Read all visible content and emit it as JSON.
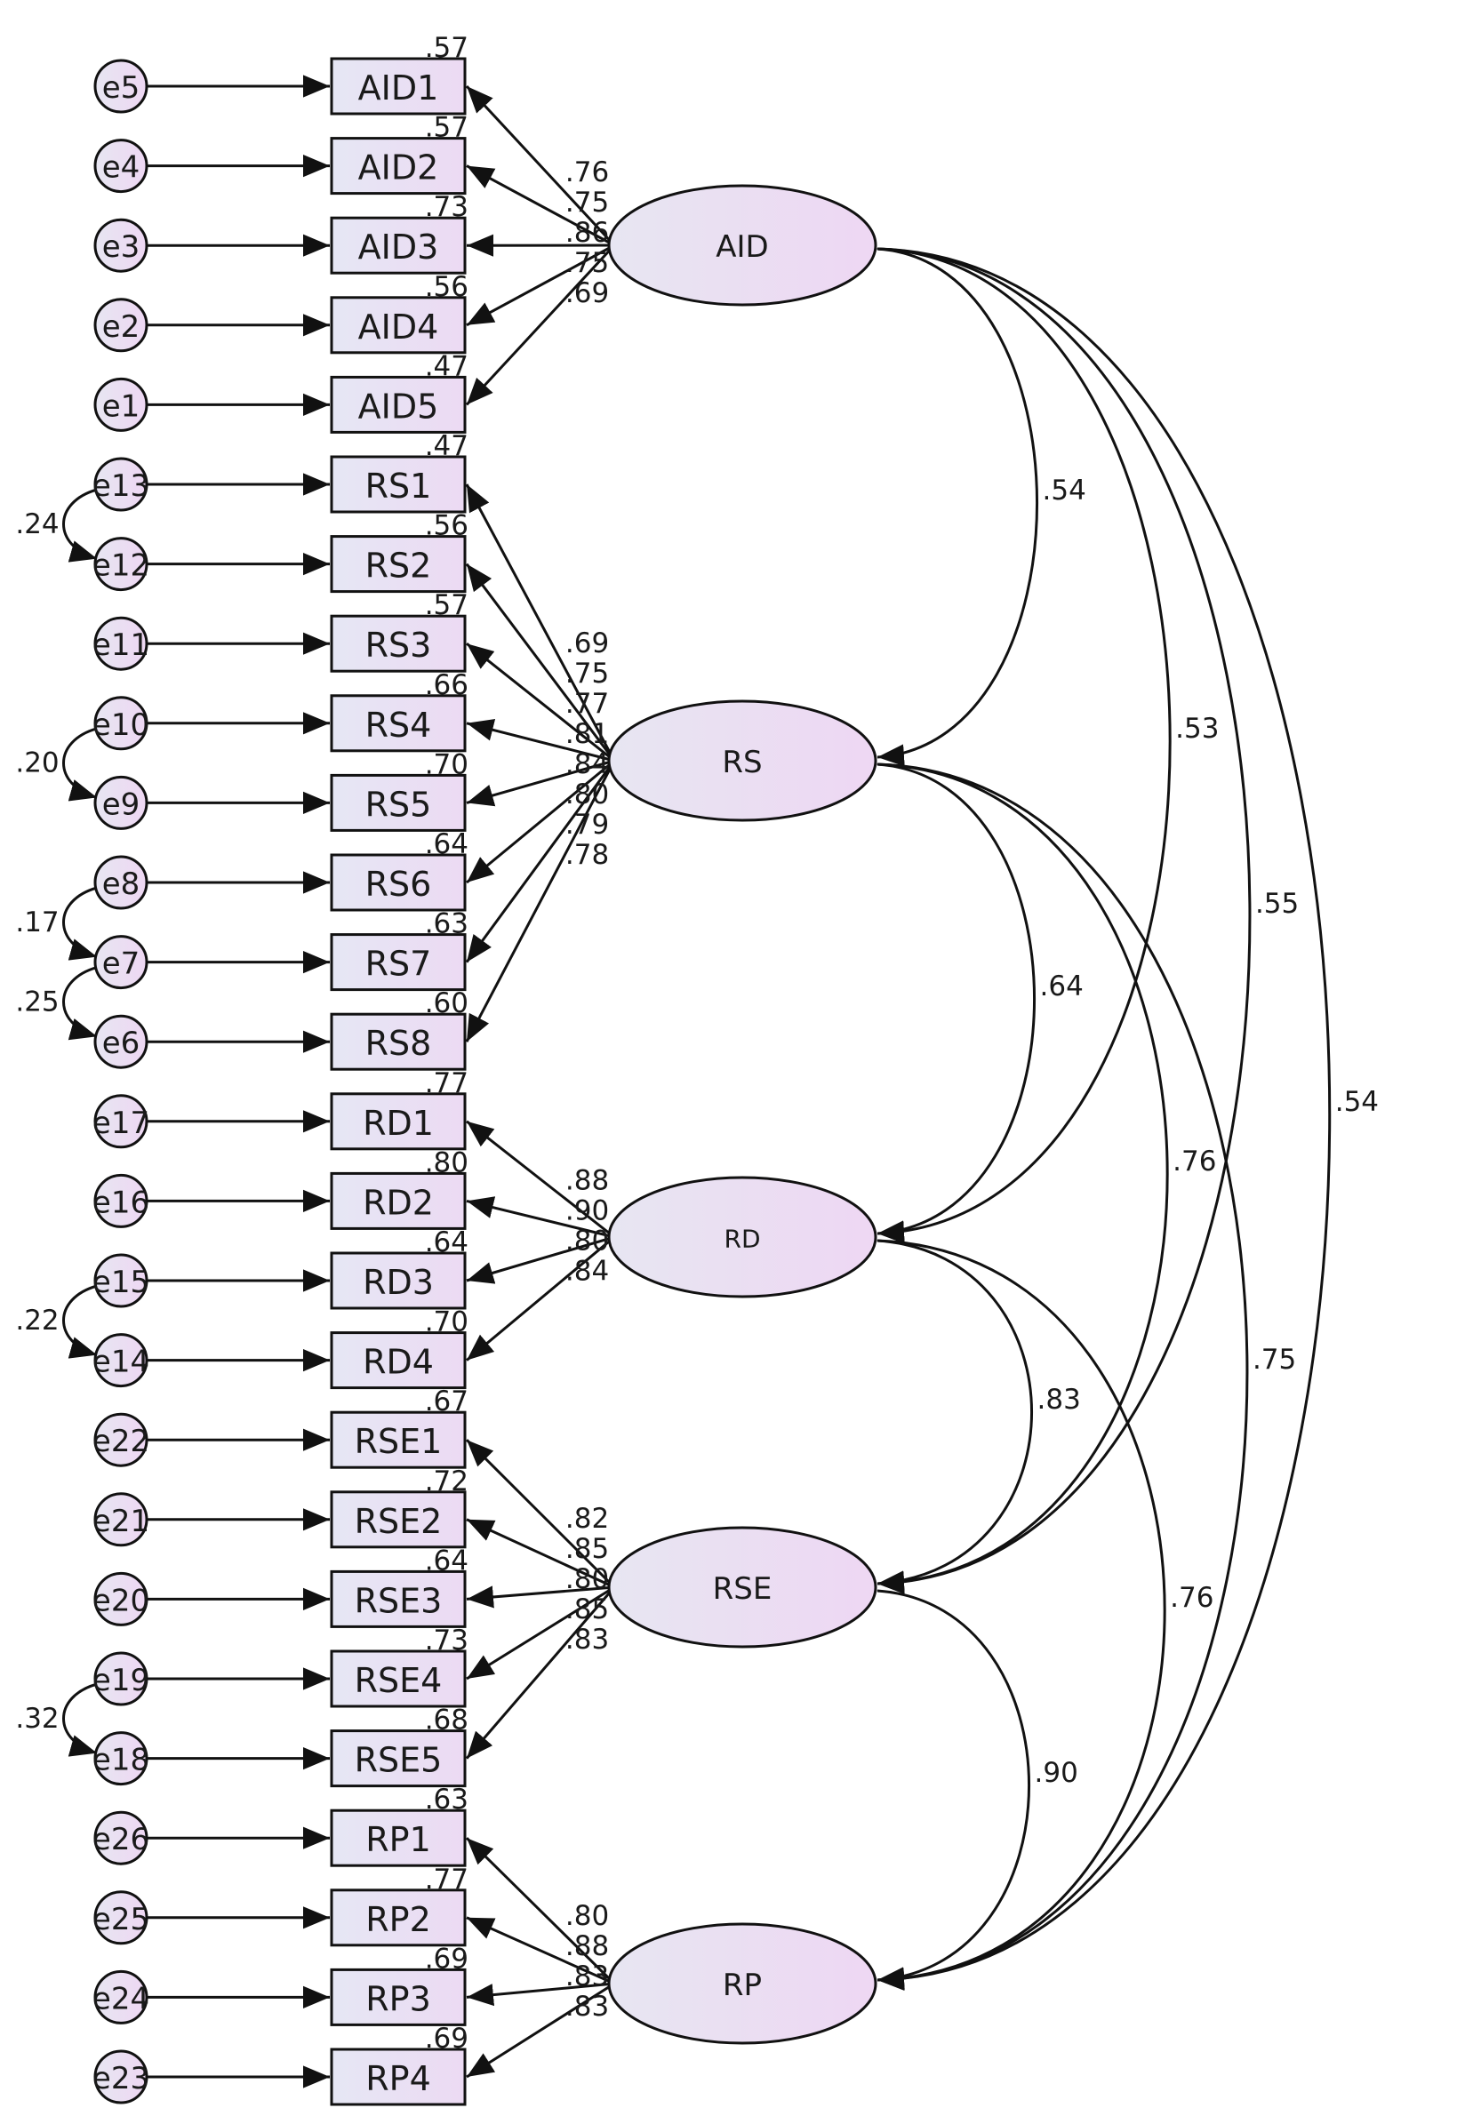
{
  "colors": {
    "box_fill": "#e8e6f5",
    "node_fill": "#ecdaf5",
    "stroke": "#111111"
  },
  "latents": [
    {
      "label": "AID"
    },
    {
      "label": "RS"
    },
    {
      "label": "RD"
    },
    {
      "label": "RSE"
    },
    {
      "label": "RP"
    }
  ],
  "indicators": [
    {
      "label": "AID1",
      "error": "e5",
      "loading": ".76",
      "r2": ".57"
    },
    {
      "label": "AID2",
      "error": "e4",
      "loading": ".75",
      "r2": ".57"
    },
    {
      "label": "AID3",
      "error": "e3",
      "loading": ".86",
      "r2": ".73"
    },
    {
      "label": "AID4",
      "error": "e2",
      "loading": ".75",
      "r2": ".56"
    },
    {
      "label": "AID5",
      "error": "e1",
      "loading": ".69",
      "r2": ".47"
    },
    {
      "label": "RS1",
      "error": "e13",
      "loading": ".69",
      "r2": ".47"
    },
    {
      "label": "RS2",
      "error": "e12",
      "loading": ".75",
      "r2": ".56"
    },
    {
      "label": "RS3",
      "error": "e11",
      "loading": ".77",
      "r2": ".57"
    },
    {
      "label": "RS4",
      "error": "e10",
      "loading": ".81",
      "r2": ".66"
    },
    {
      "label": "RS5",
      "error": "e9",
      "loading": ".84",
      "r2": ".70"
    },
    {
      "label": "RS6",
      "error": "e8",
      "loading": ".80",
      "r2": ".64"
    },
    {
      "label": "RS7",
      "error": "e7",
      "loading": ".79",
      "r2": ".63"
    },
    {
      "label": "RS8",
      "error": "e6",
      "loading": ".78",
      "r2": ".60"
    },
    {
      "label": "RD1",
      "error": "e17",
      "loading": ".88",
      "r2": ".77"
    },
    {
      "label": "RD2",
      "error": "e16",
      "loading": ".90",
      "r2": ".80"
    },
    {
      "label": "RD3",
      "error": "e15",
      "loading": ".80",
      "r2": ".64"
    },
    {
      "label": "RD4",
      "error": "e14",
      "loading": ".84",
      "r2": ".70"
    },
    {
      "label": "RSE1",
      "error": "e22",
      "loading": ".82",
      "r2": ".67"
    },
    {
      "label": "RSE2",
      "error": "e21",
      "loading": ".85",
      "r2": ".72"
    },
    {
      "label": "RSE3",
      "error": "e20",
      "loading": ".80",
      "r2": ".64"
    },
    {
      "label": "RSE4",
      "error": "e19",
      "loading": ".85",
      "r2": ".73"
    },
    {
      "label": "RSE5",
      "error": "e18",
      "loading": ".83",
      "r2": ".68"
    },
    {
      "label": "RP1",
      "error": "e26",
      "loading": ".80",
      "r2": ".63"
    },
    {
      "label": "RP2",
      "error": "e25",
      "loading": ".88",
      "r2": ".77"
    },
    {
      "label": "RP3",
      "error": "e24",
      "loading": ".83",
      "r2": ".69"
    },
    {
      "label": "RP4",
      "error": "e23",
      "loading": ".83",
      "r2": ".69"
    }
  ],
  "correlations": [
    {
      "from": "AID",
      "to": "RS",
      "value": ".54"
    },
    {
      "from": "AID",
      "to": "RD",
      "value": ".53"
    },
    {
      "from": "AID",
      "to": "RSE",
      "value": ".55"
    },
    {
      "from": "AID",
      "to": "RP",
      "value": ".54"
    },
    {
      "from": "RS",
      "to": "RD",
      "value": ".64"
    },
    {
      "from": "RS",
      "to": "RSE",
      "value": ".76"
    },
    {
      "from": "RS",
      "to": "RP",
      "value": ".75"
    },
    {
      "from": "RD",
      "to": "RSE",
      "value": ".83"
    },
    {
      "from": "RD",
      "to": "RP",
      "value": ".76"
    },
    {
      "from": "RSE",
      "to": "RP",
      "value": ".90"
    }
  ],
  "error_covariances": [
    {
      "from": "e13",
      "to": "e12",
      "value": ".24"
    },
    {
      "from": "e10",
      "to": "e9",
      "value": ".20"
    },
    {
      "from": "e8",
      "to": "e7",
      "value": ".17"
    },
    {
      "from": "e7",
      "to": "e6",
      "value": ".25"
    },
    {
      "from": "e15",
      "to": "e14",
      "value": ".22"
    },
    {
      "from": "e19",
      "to": "e18",
      "value": ".32"
    }
  ]
}
